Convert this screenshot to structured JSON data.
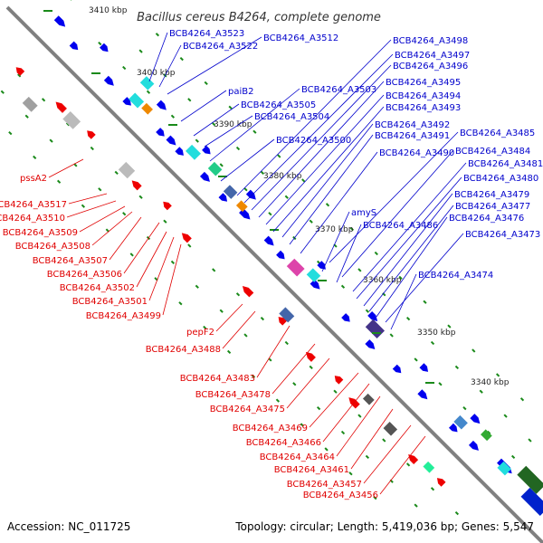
{
  "title": "Bacillus cereus B4264, complete genome",
  "footer": {
    "accession": "Accession: NC_011725",
    "summary": "Topology: circular; Length: 5,419,036 bp; Genes: 5,547"
  },
  "ticks": [
    "3410 kbp",
    "3400 kbp",
    "3390 kbp",
    "3380 kbp",
    "3370 kbp",
    "3360 kbp",
    "3350 kbp",
    "3340 kbp"
  ],
  "colors": {
    "forward_label": "#0000cc",
    "reverse_label": "#e00000",
    "forward_gene": "#0000ee",
    "reverse_gene": "#ee0000",
    "backbone": "#808080",
    "tick_marks": "#1a8a1a"
  },
  "forward_labels": [
    "BCB4264_A3523",
    "BCB4264_A3522",
    "BCB4264_A3512",
    "paiB2",
    "BCB4264_A3505",
    "BCB4264_A3504",
    "BCB4264_A3503",
    "BCB4264_A3500",
    "BCB4264_A3498",
    "BCB4264_A3497",
    "BCB4264_A3496",
    "BCB4264_A3495",
    "BCB4264_A3494",
    "BCB4264_A3493",
    "BCB4264_A3492",
    "BCB4264_A3491",
    "BCB4264_A3490",
    "BCB4264_A3485",
    "BCB4264_A3484",
    "BCB4264_A3481",
    "BCB4264_A3480",
    "BCB4264_A3479",
    "BCB4264_A3477",
    "BCB4264_A3476",
    "amyS",
    "BCB4264_A3486",
    "BCB4264_A3473",
    "BCB4264_A3474"
  ],
  "reverse_labels": [
    "pssA2",
    "BCB4264_A3517",
    "BCB4264_A3510",
    "BCB4264_A3509",
    "BCB4264_A3508",
    "BCB4264_A3507",
    "BCB4264_A3506",
    "BCB4264_A3502",
    "BCB4264_A3501",
    "BCB4264_A3499",
    "pepF2",
    "BCB4264_A3488",
    "BCB4264_A3483",
    "BCB4264_A3478",
    "BCB4264_A3475",
    "BCB4264_A3469",
    "BCB4264_A3466",
    "BCB4264_A3464",
    "BCB4264_A3461",
    "BCB4264_A3457",
    "BCB4264_A3456"
  ]
}
